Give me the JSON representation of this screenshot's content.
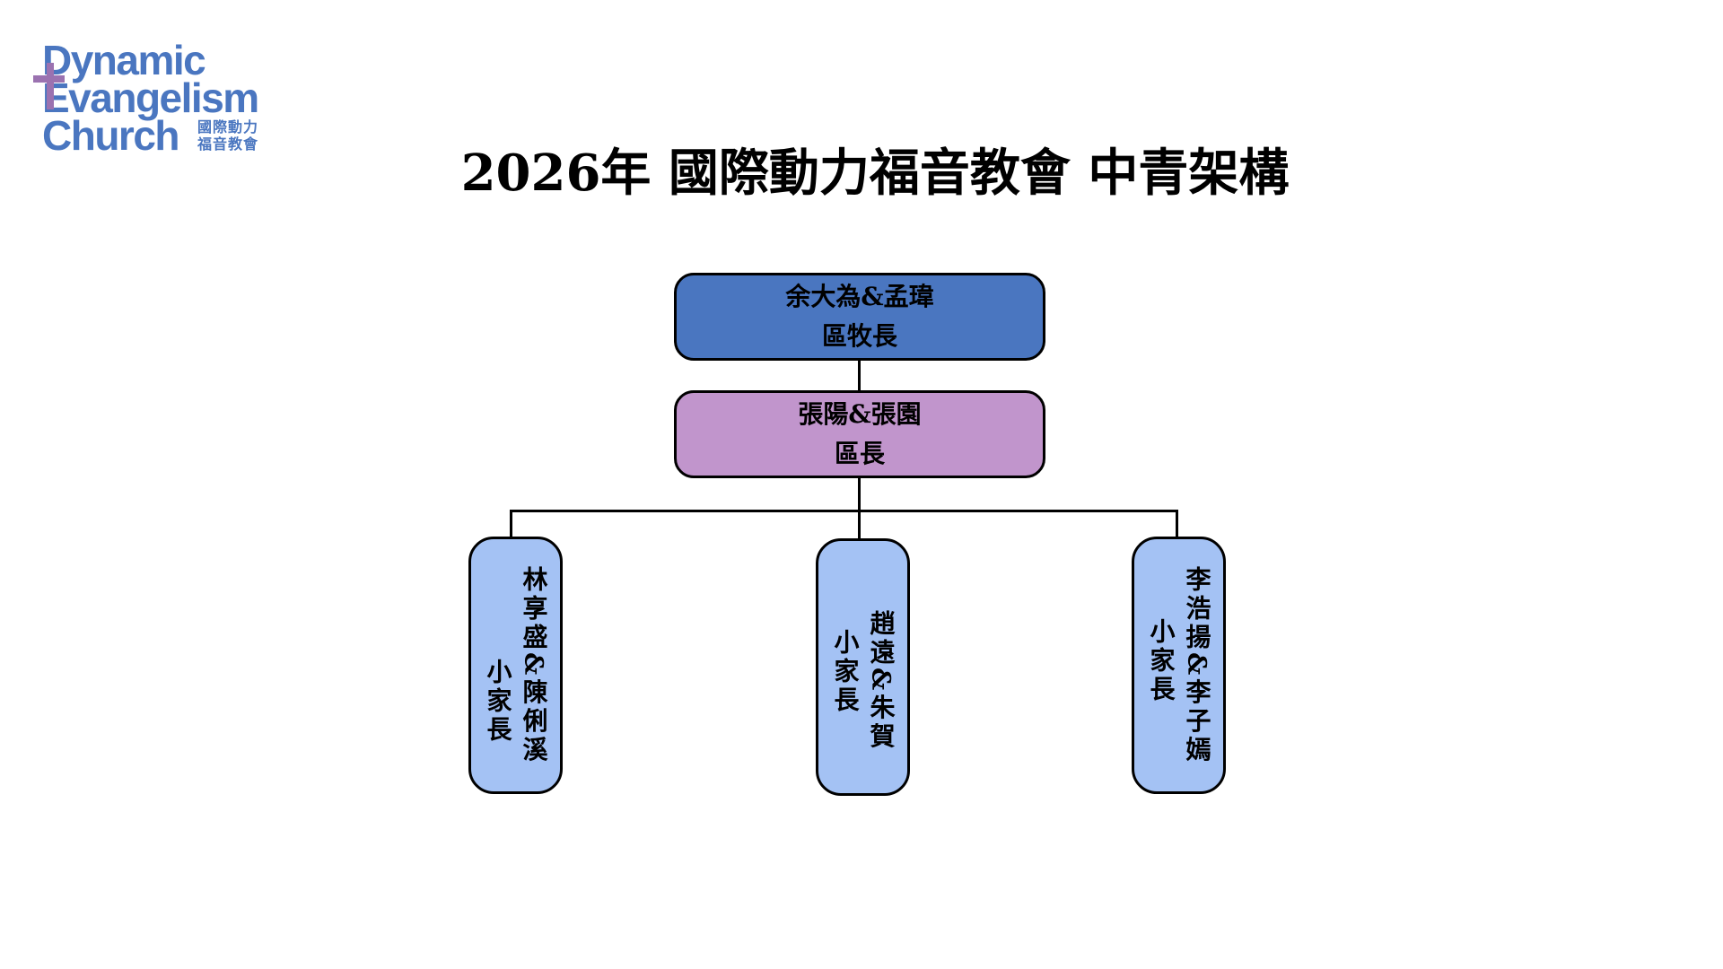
{
  "logo": {
    "line1": "Dynamic",
    "line2": "Evangelism",
    "line3": "Church",
    "zh_line1": "國際動力",
    "zh_line2": "福音教會"
  },
  "title": "2026年 國際動力福音教會 中青架構",
  "colors": {
    "top": "#4a76c0",
    "mid": "#c195cc",
    "leaf": "#a4c2f4"
  },
  "org": {
    "top": {
      "name": "余大為&孟瑋",
      "role": "區牧長"
    },
    "mid": {
      "name": "張陽&張園",
      "role": "區長"
    },
    "leaves": [
      {
        "name": "林享盛&陳俐溪",
        "role": "小家長"
      },
      {
        "name": "趙遠&朱賀",
        "role": "小家長"
      },
      {
        "name": "李浩揚&李子嫣",
        "role": "小家長"
      }
    ]
  }
}
